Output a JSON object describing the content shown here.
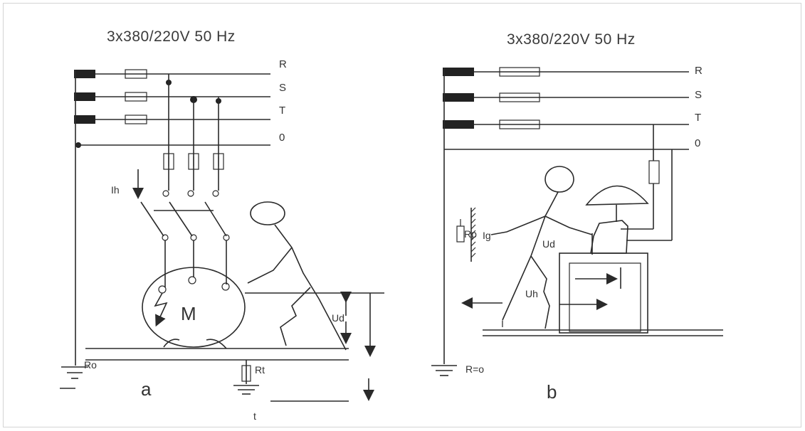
{
  "diagram_a": {
    "title": "3x380/220V  50 Hz",
    "phases": [
      "R",
      "S",
      "T",
      "0"
    ],
    "label_ih": "Ih",
    "label_ud": "Ud",
    "label_motor": "M",
    "label_ro": "Ro",
    "label_rt": "Rt",
    "label_t": "t",
    "caption": "a"
  },
  "diagram_b": {
    "title": "3x380/220V  50 Hz",
    "phases": [
      "R",
      "S",
      "T",
      "0"
    ],
    "label_ud": "Ud",
    "label_uh": "Uh",
    "label_ro": "R=o",
    "label_rp": "Rp",
    "label_ig": "Ig",
    "label_i": "I",
    "caption": "b"
  }
}
